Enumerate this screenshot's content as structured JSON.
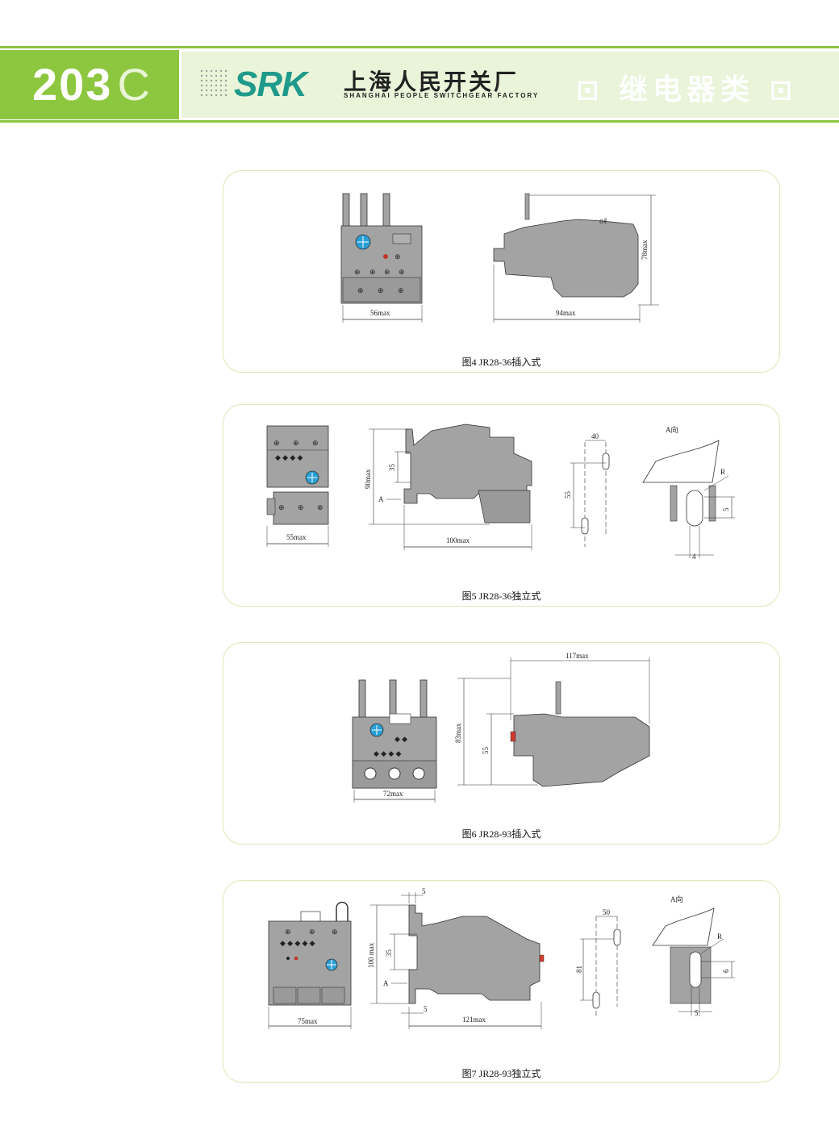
{
  "header": {
    "page_number": "203",
    "page_letter": "C",
    "brand": "SRK",
    "company_cn": "上海人民开关厂",
    "company_en": "SHANGHAI PEOPLE SWITCHGEAR FACTORY",
    "category": "继电器类",
    "category_symbol": "⊡"
  },
  "colors": {
    "accent_green": "#8dc63f",
    "band_green": "#e9f4d9",
    "brand_teal": "#1f9a8a",
    "device_gray": "#a3a3a3",
    "knob_blue": "#2a9fd6"
  },
  "figures": [
    {
      "caption": "图4  JR28-36插入式",
      "dims": {
        "width": "56max",
        "depth": "94max",
        "height": "78max"
      }
    },
    {
      "caption": "图5  JR28-36独立式",
      "dims": {
        "width": "55max",
        "depth": "100max",
        "height": "90max",
        "mount": "35",
        "hole_spacing_h": "40",
        "hole_spacing_v": "55",
        "slot": "4",
        "slot_h": "5",
        "view": "A向",
        "arrow": "A",
        "radius": "R"
      }
    },
    {
      "caption": "图6  JR28-93插入式",
      "dims": {
        "width": "72max",
        "depth": "117max",
        "height": "83max",
        "mount": "55"
      }
    },
    {
      "caption": "图7  JR28-93独立式",
      "dims": {
        "width": "75max",
        "depth": "121max",
        "height": "100 max",
        "mount": "35",
        "offset_top": "5",
        "offset_bottom": "5",
        "hole_spacing_h": "50",
        "hole_spacing_v": "81",
        "slot": "5",
        "slot_h": "6",
        "view": "A向",
        "arrow": "A",
        "radius": "R"
      }
    }
  ]
}
